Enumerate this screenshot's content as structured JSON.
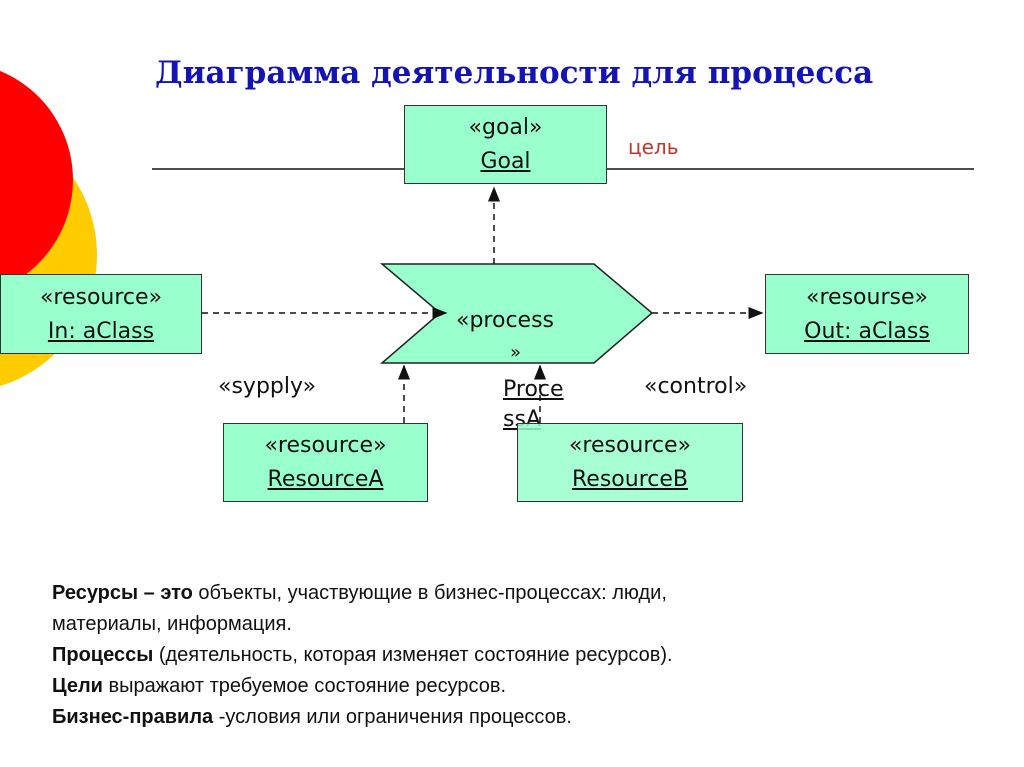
{
  "title": "Диаграмма деятельности для процесса",
  "goal_label": "цель",
  "goal": {
    "stereotype": "«goal»",
    "name": "Goal"
  },
  "process": {
    "stereotype_a": "«process",
    "stereotype_b": "»",
    "name_a": "Proce",
    "name_b": "ssA"
  },
  "in": {
    "stereotype": "«resource»",
    "name": "In: aClass"
  },
  "out": {
    "stereotype": "«resourse»",
    "name": "Out: aClass"
  },
  "resA": {
    "stereotype": "«resource»",
    "name": "ResourceA"
  },
  "resB": {
    "stereotype": "«resource»",
    "name": "ResourceB"
  },
  "supply_label": "«sypply»",
  "control_label": "«control»",
  "text": [
    {
      "bold": "Ресурсы – это",
      "rest": " объекты, участвующие в бизнес-процессах: люди,"
    },
    {
      "bold": "",
      "rest": "материалы, информация."
    },
    {
      "bold": "Процессы",
      "rest": " (деятельность, которая изменяет состояние ресурсов)."
    },
    {
      "bold": "Цели",
      "rest": " выражают требуемое состояние ресурсов."
    },
    {
      "bold": "Бизнес-правила",
      "rest": " -условия или ограничения процессов."
    }
  ],
  "colors": {
    "red": "#ff0000",
    "yellow": "#ffcc00",
    "box": "#99ffcc",
    "title": "#1414b4"
  }
}
